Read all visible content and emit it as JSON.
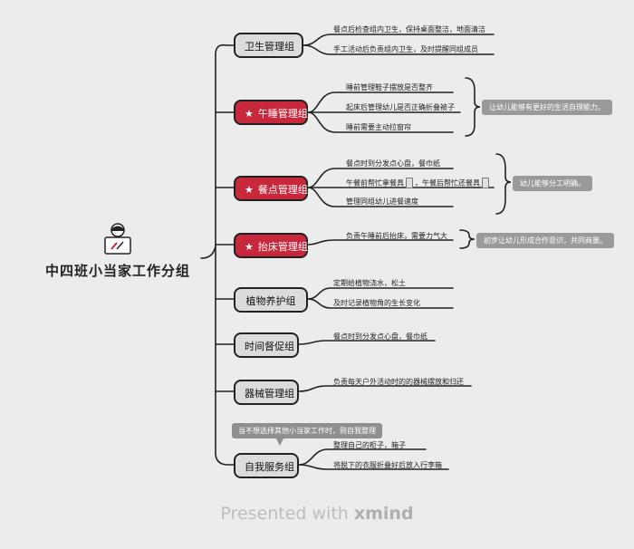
{
  "root": {
    "title": "中四班小当家工作分组"
  },
  "groups": [
    {
      "label": "卫生管理组",
      "items": [
        "餐点后检查组内卫生，保持桌面整洁，地面清洁",
        "手工活动后负责组内卫生，及时提醒同组成员"
      ]
    },
    {
      "label": "午睡管理组",
      "items": [
        "睡前管理鞋子摆放是否整齐",
        "起床后管理幼儿是否正确折叠被子",
        "睡前需要主动拉窗帘"
      ],
      "summary": "让幼儿能够有更好的生活自理能力。"
    },
    {
      "label": "餐点管理组",
      "items": [
        "餐点时到分发点心盘，餐巾纸",
        "午餐前帮忙拿餐具",
        "，午餐后帮忙还餐具",
        "管理同组幼儿进餐速度"
      ],
      "summary": "幼儿能够分工明确。"
    },
    {
      "label": "抬床管理组",
      "items": [
        "负责午睡前后抬床，需要力气大"
      ],
      "summary": "初步让幼儿形成合作意识，共同商量。"
    },
    {
      "label": "植物养护组",
      "items": [
        "定期给植物浇水，松土",
        "及时记录植物角的生长变化"
      ]
    },
    {
      "label": "时间督促组",
      "items": [
        "餐点时到分发点心盘，餐巾纸"
      ]
    },
    {
      "label": "器械管理组",
      "items": [
        "负责每天户外活动时的的器械摆放和归还"
      ]
    },
    {
      "label": "自我服务组",
      "items": [
        "整理自己的柜子，箱子",
        "将脱下的衣服折叠好后放入行李箱"
      ],
      "callout": "当不想选择其他小当家工作时，则自我整理"
    }
  ],
  "footer": {
    "prefix": "Presented with ",
    "brand": "xmind"
  },
  "colors": {
    "highlight": "#c8283c",
    "node": "#dcdcdc",
    "background": "#ececec"
  }
}
